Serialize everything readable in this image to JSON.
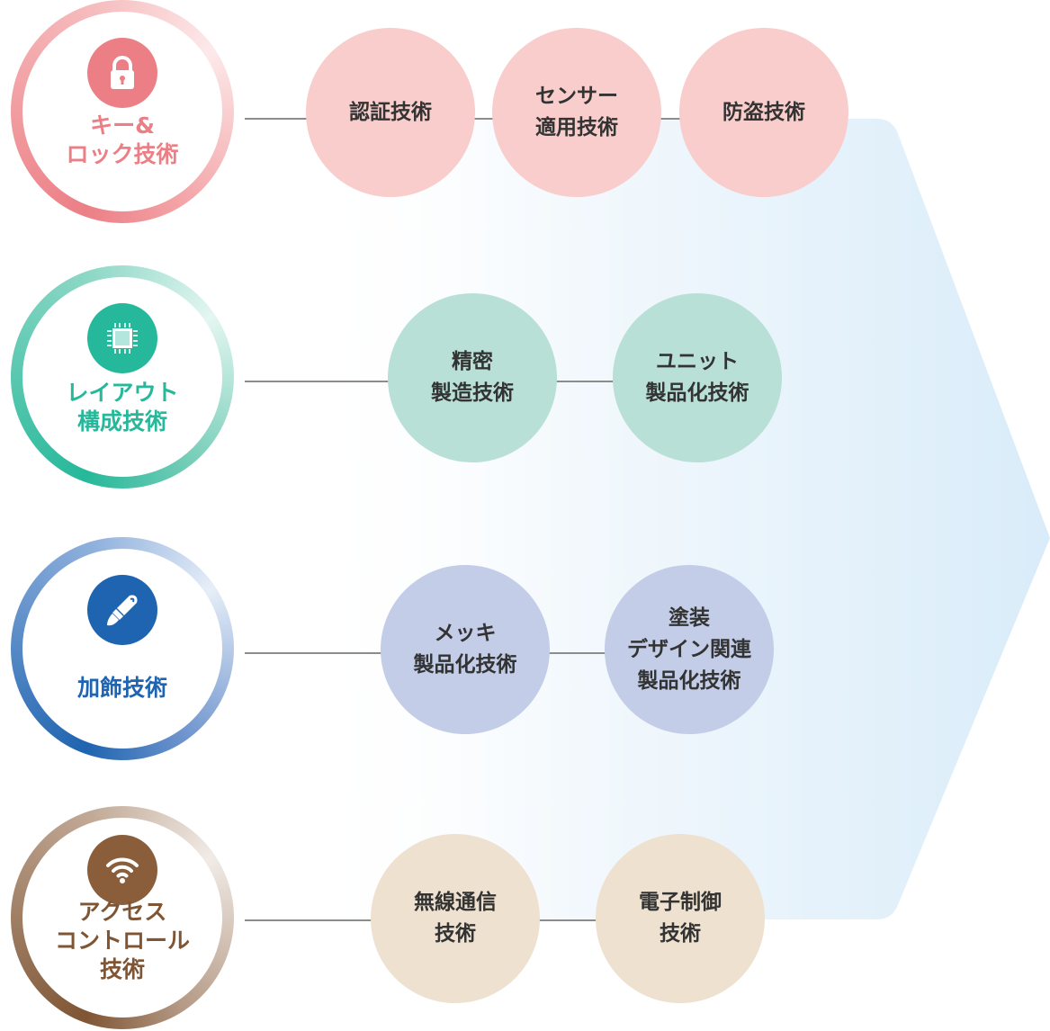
{
  "colors": {
    "key": "#ec7f86",
    "layout": "#26b89a",
    "deco": "#1f64b0",
    "access": "#7f5534",
    "arrow": "#dcedf9"
  },
  "categories": [
    {
      "id": "key",
      "icon": "lock-icon",
      "label": "キー&\nロック技術",
      "color": "#ec7f86",
      "node_color": "#f8cdcc",
      "nodes": [
        "認証技術",
        "センサー\n適用技術",
        "防盗技術"
      ]
    },
    {
      "id": "layout",
      "icon": "chip-icon",
      "label": "レイアウト\n構成技術",
      "color": "#26b89a",
      "node_color": "#b9e0d7",
      "nodes": [
        "精密\n製造技術",
        "ユニット\n製品化技術"
      ]
    },
    {
      "id": "deco",
      "icon": "paintbrush-icon",
      "label": "加飾技術",
      "color": "#1f64b0",
      "node_color": "#c3cde8",
      "nodes": [
        "メッキ\n製品化技術",
        "塗装\nデザイン関連\n製品化技術"
      ]
    },
    {
      "id": "access",
      "icon": "wifi-icon",
      "label": "アクセス\nコントロール\n技術",
      "color": "#7f5534",
      "node_color": "#eee1d0",
      "nodes": [
        "無線通信\n技術",
        "電子制御\n技術"
      ]
    }
  ]
}
